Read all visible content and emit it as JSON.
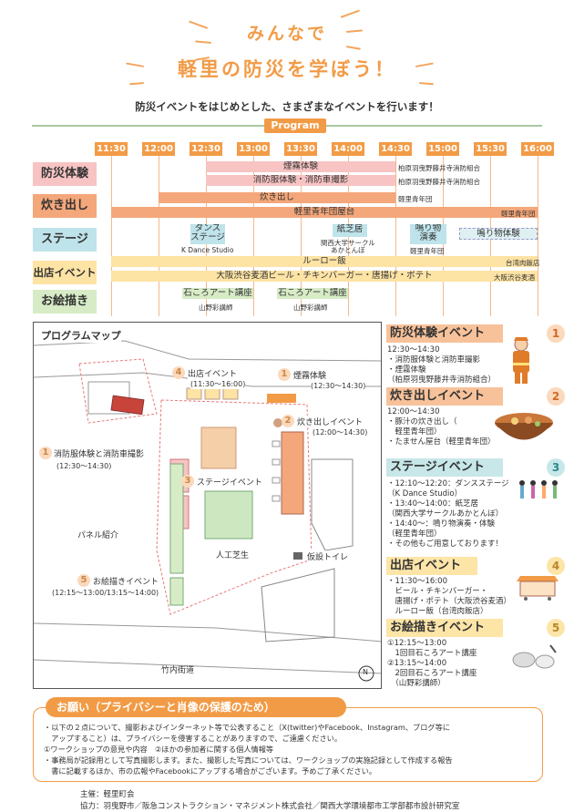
{
  "header": {
    "title_line1": "みんなで",
    "title_line2": "軽里の防災を学ぼう！",
    "subtitle": "防災イベントをはじめとした、さまざまなイベントを行います！",
    "program_badge": "Program"
  },
  "timetable": {
    "times": [
      "11:30",
      "12:00",
      "12:30",
      "13:00",
      "13:30",
      "14:00",
      "14:30",
      "15:00",
      "15:30",
      "16:00"
    ],
    "rows": [
      {
        "label": "防災体験",
        "color": "#f7c3c3"
      },
      {
        "label": "炊き出し",
        "color": "#f4a77a"
      },
      {
        "label": "ステージ",
        "color": "#bfe3ea"
      },
      {
        "label": "出店イベント",
        "color": "#fde3a4"
      },
      {
        "label": "お絵描き",
        "color": "#d7ecc6"
      }
    ],
    "bars": {
      "smoke": "煙霧体験",
      "firefighter": "消防服体験・消防車撮影",
      "cooking": "炊き出し",
      "yatai": "軽里青年団屋台",
      "dance": "ダンス\nステージ",
      "kamishibai": "紙芝居",
      "narimono": "鳴り物\n演奏",
      "narimono_exp": "鳴り物体験",
      "rurohan": "ルーロー飯",
      "food": "大阪渋谷麦酒ビール・チキンバーガー・唐揚げ・ポテト",
      "stone1": "石ころアート講座",
      "stone2": "石ころアート講座"
    },
    "notes": {
      "fire_dept_1": "柏原羽曳野藤井寺消防組合",
      "fire_dept_2": "柏原羽曳野藤井寺消防組合",
      "seinendan_1": "軽里青年団",
      "seinendan_2": "軽里青年団",
      "seinendan_3": "軽里青年団",
      "kdance": "K Dance Studio",
      "kandai": "関西大学サークル\nあかとんぼ",
      "taiwan": "台湾肉飯店",
      "beer": "大阪渋谷麦酒",
      "yamano_1": "山野彩講師",
      "yamano_2": "山野彩講師"
    }
  },
  "map": {
    "title": "プログラムマップ",
    "items": {
      "m4": "出店イベント",
      "m4_time": "(11:30〜16:00)",
      "m1a": "煙霧体験",
      "m1a_time": "(12:30〜14:30)",
      "m2": "炊き出しイベント",
      "m2_time": "(12:00〜14:30)",
      "m1b": "消防服体験と消防車撮影",
      "m1b_time": "(12:30〜14:30)",
      "m3": "ステージイベント",
      "panel": "パネル紹介",
      "turf": "人工芝生",
      "toilet": "仮設トイレ",
      "m5": "お絵描きイベント",
      "m5_time": "(12:15〜13:00/13:15〜14:00)",
      "street": "竹内街道",
      "north": "N"
    },
    "numbers": [
      "4",
      "1",
      "2",
      "1",
      "3",
      "5"
    ]
  },
  "sections": [
    {
      "title": "防災体験イベント",
      "num": "1",
      "body": "12:30〜14:30\n・消防服体験と消防車撮影\n・煙霧体験\n（柏原羽曳野藤井寺消防組合）"
    },
    {
      "title": "炊き出しイベント",
      "num": "2",
      "body": "12:00〜14:30\n・豚汁の炊き出し（\n　軽里青年団）\n・たません屋台（軽里青年団）"
    },
    {
      "title": "ステージイベント",
      "num": "3",
      "body": "・12:10〜12:20：ダンスステージ\n（K Dance Studio）\n・13:40〜14:00：紙芝居\n（関西大学サークルあかとんぼ）\n・14:40〜：鳴り物演奏・体験\n（軽里青年団）\n・その他もご用意しております！"
    },
    {
      "title": "出店イベント",
      "num": "4",
      "body": "・11:30〜16:00\n　ビール・チキンバーガー・\n　唐揚げ・ポテト（大阪渋谷麦酒）\n　ルーロー飯（台湾肉飯店）"
    },
    {
      "title": "お絵描きイベント",
      "num": "5",
      "body": "①12:15〜13:00\n　1回目石ころアート講座\n②13:15〜14:00\n　2回目石ころアート講座\n　（山野彩講師）"
    }
  ],
  "notice": {
    "title": "お願い（プライバシーと肖像の保護のため）",
    "lines": [
      "・以下の２点について、撮影およびインターネット等で公表すること（X(twitter)やFacebook、Instagram、ブログ等に",
      "　アップすること）は、プライバシーを侵害することがありますので、ご遠慮ください。",
      "①ワークショップの意見や内容　②ほかの参加者に関する個人情報等",
      "・事務局が記録用として写真撮影します。また、撮影した写真については、ワークショップの実施記録として作成する報告",
      "　書に記載するほか、市の広報やFacebookにアップする場合がございます。予めご了承ください。"
    ]
  },
  "footer": {
    "organizer": "主催：軽里町会",
    "cooperation": "協力：羽曳野市／阪急コンストラクション・マネジメント株式会社／関西大学環境都市工学部都市設計研究室"
  }
}
